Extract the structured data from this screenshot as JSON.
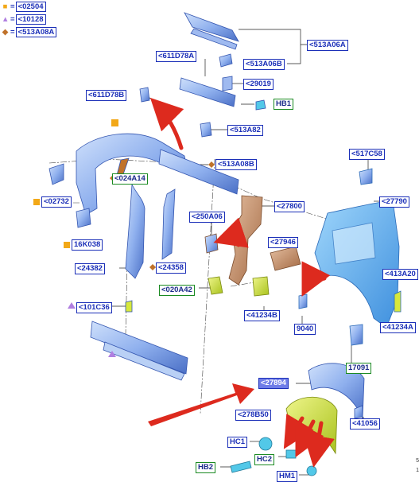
{
  "legend": [
    {
      "symbol": "square",
      "color": "#f2a818",
      "code": "<02504"
    },
    {
      "symbol": "triangle",
      "color": "#b07fe0",
      "code": "<10128"
    },
    {
      "symbol": "diamond",
      "color": "#c0722a",
      "code": "<513A08A"
    }
  ],
  "legend_eq": "=",
  "colors": {
    "part_blue": "#8fb0ee",
    "part_blue_dark": "#4a6fc6",
    "part_light": "#b9d0f5",
    "part_copper": "#c9946e",
    "part_yellow": "#d7e83b",
    "part_cyan": "#52c8e8",
    "arrow_red": "#dd2a1e",
    "label_blue": "#1b2fb8",
    "label_green": "#1a8a22",
    "selected_fill": "#6f7de8"
  },
  "callouts": [
    "<513A06A",
    "<513A06B",
    "<611D78A",
    "<29019",
    "HB1",
    "<611D78B",
    "<513A82",
    "<513A08B",
    "<024A14",
    "<02732",
    "16K038",
    "<27800",
    "<250A06",
    "<27946",
    "<24382",
    "<24358",
    "<020A42",
    "<41234B",
    "<101C36",
    "<517C58",
    "<27790",
    "<413A20",
    "9040",
    "<41234A",
    "17091",
    "<27894",
    "<278B50",
    "<41056",
    "HC1",
    "HC2",
    "HB2",
    "HM1"
  ],
  "edge_text": [
    "5",
    "1"
  ]
}
